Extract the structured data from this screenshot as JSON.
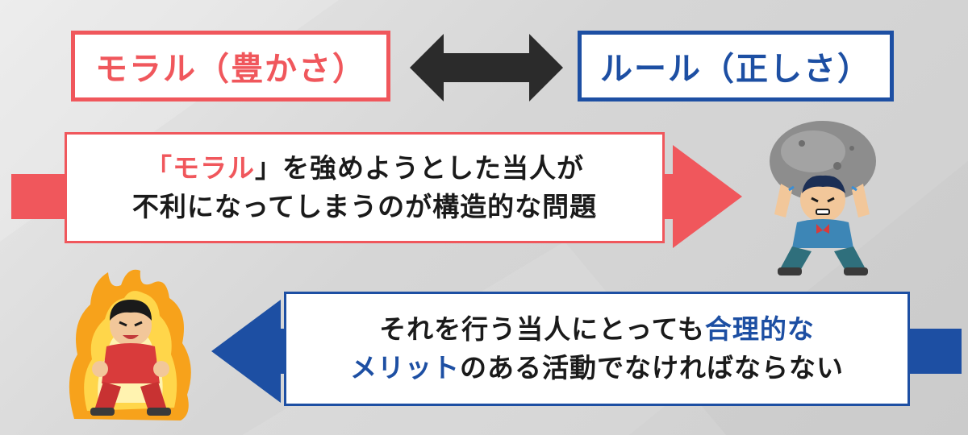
{
  "top": {
    "left_box": "モラル（豊かさ）",
    "right_box": "ルール（正しさ）"
  },
  "middle": {
    "open_bracket": "「",
    "keyword": "モラル",
    "line1_rest": "」を強めようとした当人が",
    "line2": "不利になってしまうのが構造的な問題"
  },
  "bottom": {
    "line1_pre": "それを行う当人にとっても",
    "line1_accent": "合理的な",
    "line2_accent": "メリット",
    "line2_post": "のある活動でなければならない"
  },
  "colors": {
    "red": "#f0575c",
    "blue": "#1d4fa3",
    "dark": "#2b2b2b",
    "flame": "#f7a21b"
  },
  "icons": {
    "double_arrow": "left-right-arrow-icon",
    "strain_person": "person-lifting-boulder-icon",
    "fired_person": "person-flaming-aura-icon"
  }
}
